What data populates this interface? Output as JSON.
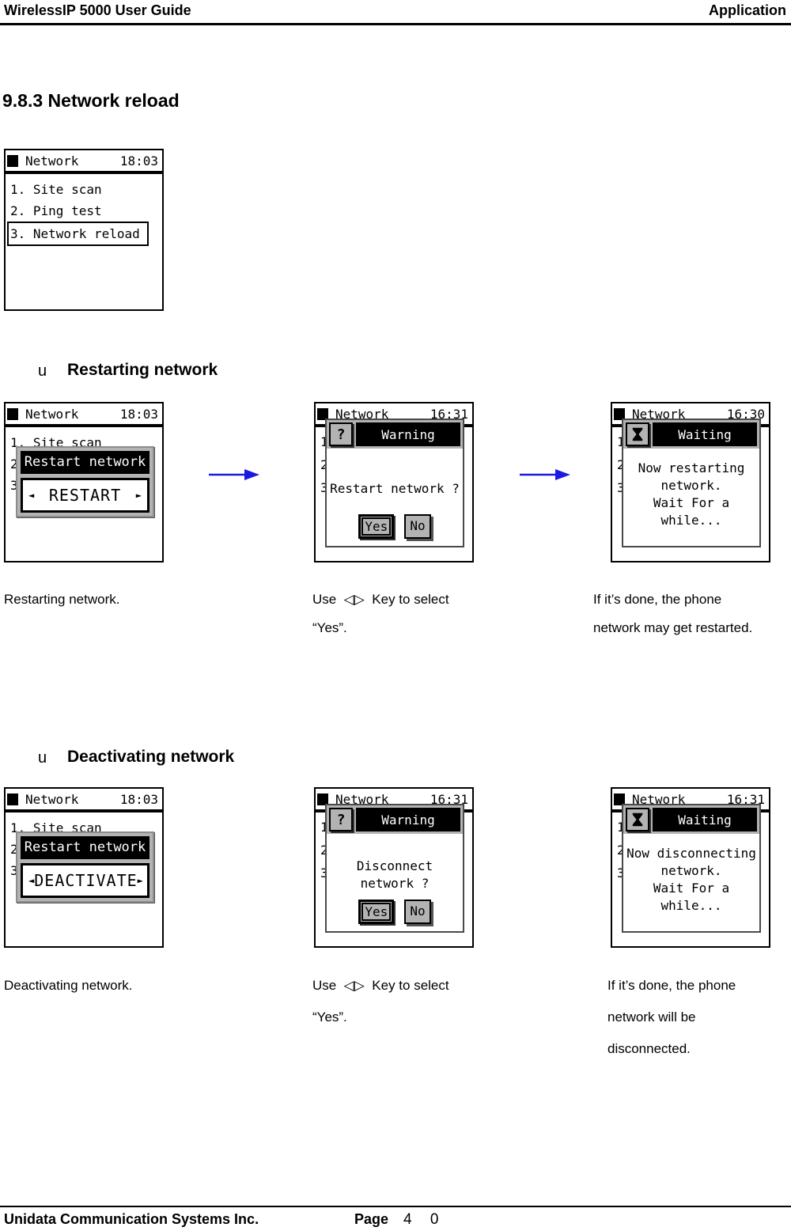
{
  "header": {
    "left_title": "WirelessIP 5000 User Guide",
    "right_title": "Application"
  },
  "section": {
    "title": "9.8.3 Network reload"
  },
  "footer": {
    "company": "Unidata Communication Systems Inc.",
    "page_label": "Page",
    "page_number": "4 0"
  },
  "colors": {
    "arrow": "#1a1ae0",
    "dialog_gray": "#b3b3b3",
    "screen_ink": "#000000"
  },
  "menu_screen": {
    "title": "Network",
    "time": "18:03",
    "items": [
      "1. Site scan",
      "2. Ping test",
      "3. Network reload"
    ]
  },
  "restarting": {
    "bullet": "u",
    "heading": "Restarting network",
    "screen_popup": {
      "title": "Network",
      "time": "18:03",
      "menu_line1": "1. Site scan",
      "bg_digit1": "2",
      "bg_digit2": "3",
      "popup_title": "Restart network",
      "selector_left": "◄",
      "selector_label": "RESTART",
      "selector_right": "►"
    },
    "screen_warning": {
      "title": "Network",
      "time": "16:31",
      "bg_digit1": "1",
      "bg_digit2": "2",
      "bg_digit3": "3",
      "icon": "?",
      "dialog_title": "Warning",
      "body_line1": "Restart network ?",
      "yes": "Yes",
      "no": "No"
    },
    "screen_waiting": {
      "title": "Network",
      "time": "16:30",
      "bg_digit1": "1",
      "bg_digit2": "2",
      "bg_digit3": "3",
      "icon_name": "hourglass",
      "dialog_title": "Waiting",
      "body_line1": "Now restarting",
      "body_line2": "network.",
      "body_line3": "Wait For a",
      "body_line4": "while..."
    },
    "caption1": "Restarting network.",
    "caption2_line1": "Use  ◁▷  Key to select",
    "caption2_line2": "“Yes”.",
    "caption3_line1": "If it’s done, the phone",
    "caption3_line2": "network may get restarted."
  },
  "deactivating": {
    "bullet": "u",
    "heading": "Deactivating network",
    "screen_popup": {
      "title": "Network",
      "time": "18:03",
      "menu_line1": "1. Site scan",
      "bg_digit1": "2",
      "bg_digit2": "3",
      "popup_title": "Restart network",
      "selector_left": "◄",
      "selector_label": "DEACTIVATE",
      "selector_right": "►"
    },
    "screen_warning": {
      "title": "Network",
      "time": "16:31",
      "bg_digit1": "1",
      "bg_digit2": "2",
      "bg_digit3": "3",
      "icon": "?",
      "dialog_title": "Warning",
      "body_line1": "Disconnect",
      "body_line2": "network ?",
      "yes": "Yes",
      "no": "No"
    },
    "screen_waiting": {
      "title": "Network",
      "time": "16:31",
      "bg_digit1": "1",
      "bg_digit2": "2",
      "bg_digit3": "3",
      "icon_name": "hourglass",
      "dialog_title": "Waiting",
      "body_line1": "Now disconnecting",
      "body_line2": "network.",
      "body_line3": "Wait For a",
      "body_line4": "while..."
    },
    "caption1": "Deactivating network.",
    "caption2_line1": "Use  ◁▷  Key to select",
    "caption2_line2": "“Yes”.",
    "caption3_line1": "If it’s done, the phone",
    "caption3_line2": "network will be",
    "caption3_line3": "disconnected."
  }
}
